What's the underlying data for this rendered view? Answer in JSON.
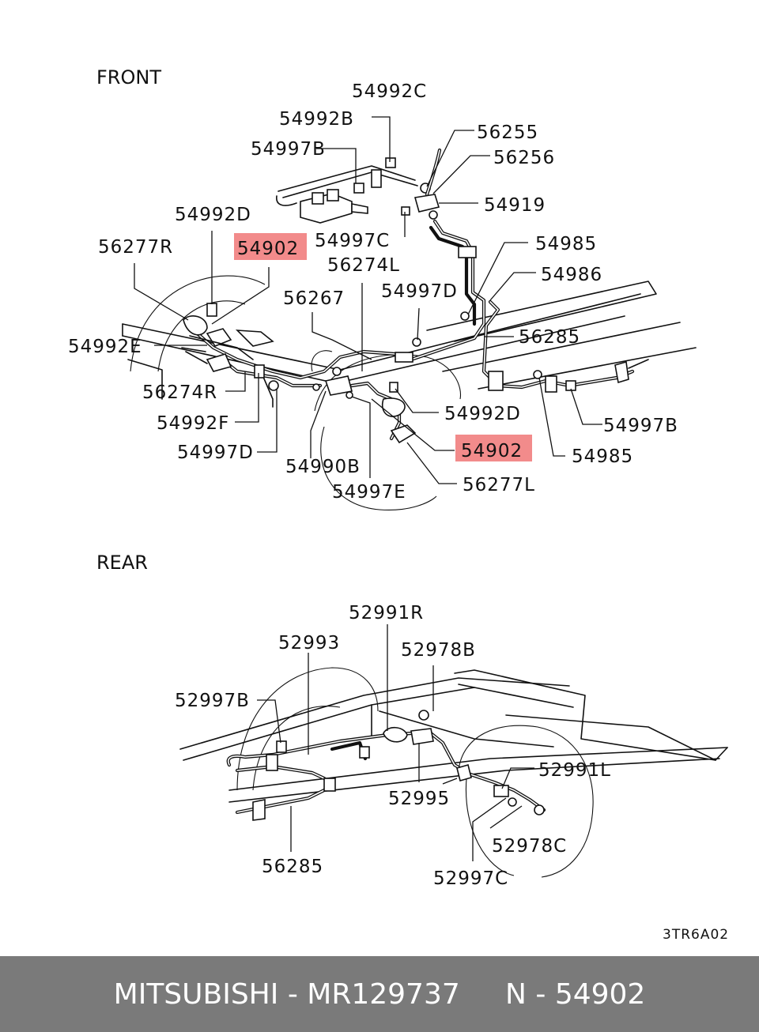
{
  "sections": {
    "front": "FRONT",
    "rear": "REAR"
  },
  "drawing_code": "3TR6A02",
  "highlight_color": "#f28b8b",
  "front_labels": {
    "l54992c": "54992C",
    "l54992b": "54992B",
    "l54997b_top": "54997B",
    "l56255": "56255",
    "l56256": "56256",
    "l54919": "54919",
    "l54992d_top": "54992D",
    "l54902_left": "54902",
    "l54997c": "54997C",
    "l56277r": "56277R",
    "l56274l": "56274L",
    "l54985_top": "54985",
    "l54986": "54986",
    "l56267": "56267",
    "l54997d_mid": "54997D",
    "l54992e": "54992E",
    "l56285_front": "56285",
    "l56274r": "56274R",
    "l54992d_right": "54992D",
    "l54997b_right": "54997B",
    "l54992f": "54992F",
    "l54902_right": "54902",
    "l54997d_low": "54997D",
    "l54985_low": "54985",
    "l54990b": "54990B",
    "l56277l": "56277L",
    "l54997e": "54997E"
  },
  "rear_labels": {
    "l52991r": "52991R",
    "l52993": "52993",
    "l52978b": "52978B",
    "l52997b": "52997B",
    "l52991l": "52991L",
    "l52995": "52995",
    "l52978c": "52978C",
    "l56285_rear": "56285",
    "l52997c": "52997C"
  },
  "footer": {
    "brand": "MITSUBISHI",
    "separator": " - ",
    "part_number": "MR129737",
    "position_prefix": "N",
    "position_number": "54902"
  }
}
